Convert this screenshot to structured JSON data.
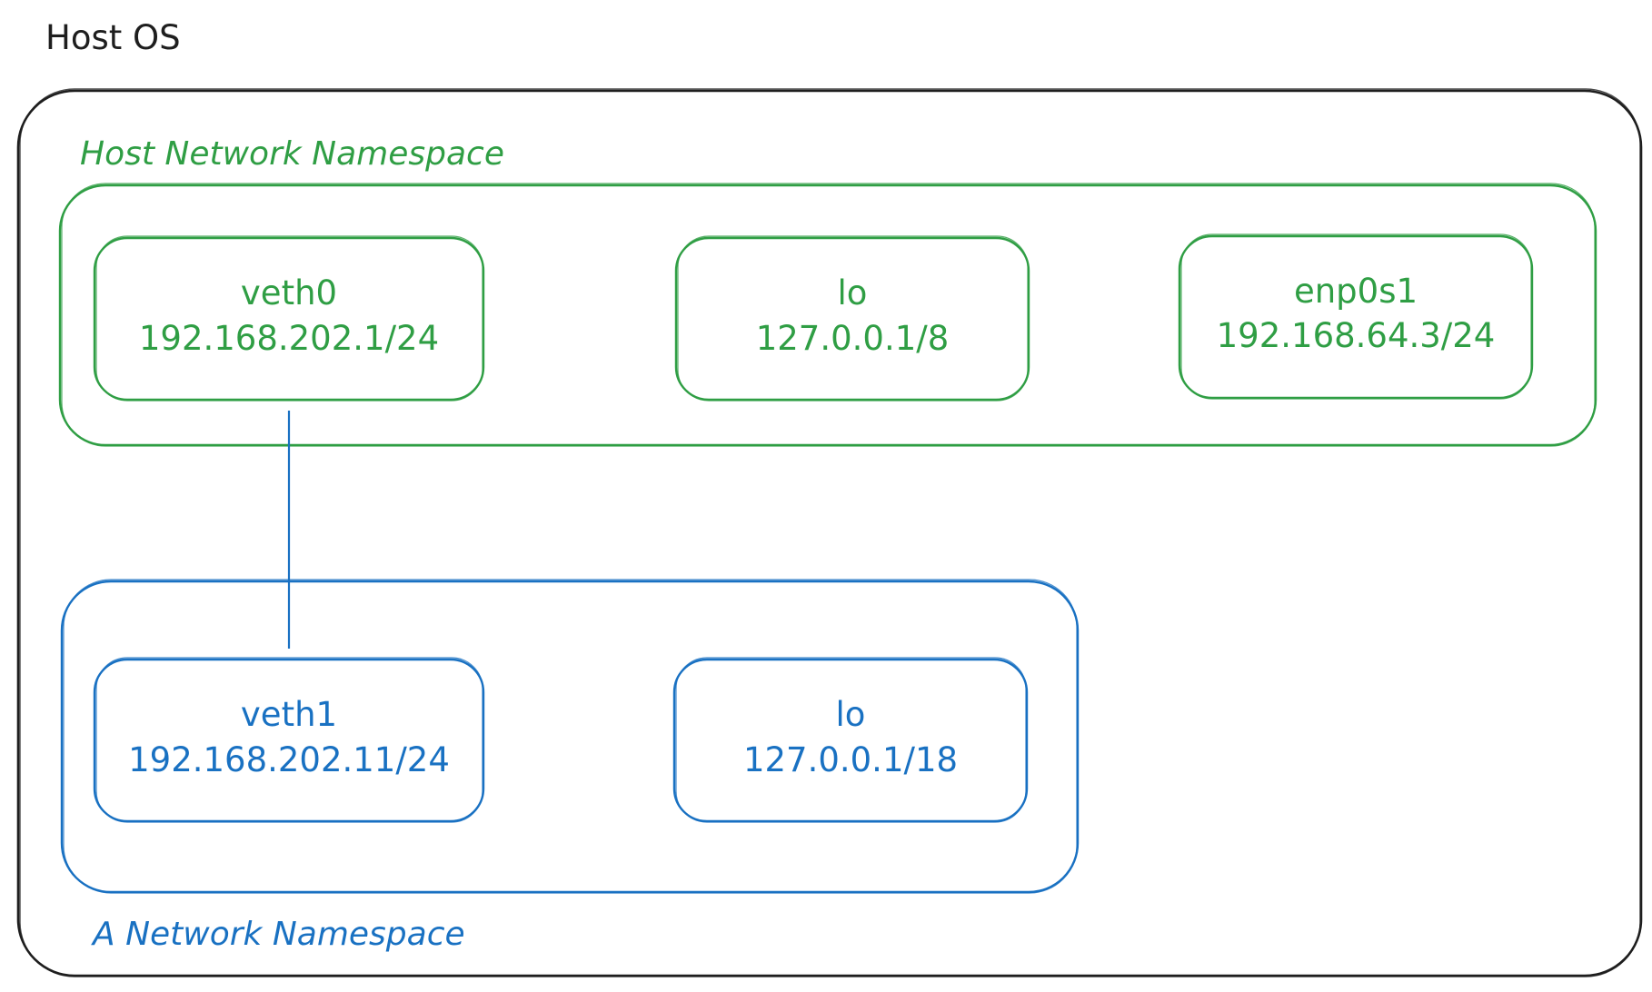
{
  "host_os": {
    "label": "Host OS"
  },
  "host_namespace": {
    "label": "Host Network Namespace",
    "color": "#2f9e44",
    "interfaces": [
      {
        "name": "veth0",
        "ip": "192.168.202.1/24"
      },
      {
        "name": "lo",
        "ip": "127.0.0.1/8"
      },
      {
        "name": "enp0s1",
        "ip": "192.168.64.3/24"
      }
    ]
  },
  "a_namespace": {
    "label": "A Network Namespace",
    "color": "#1971c2",
    "interfaces": [
      {
        "name": "veth1",
        "ip": "192.168.202.11/24"
      },
      {
        "name": "lo",
        "ip": "127.0.0.1/18"
      }
    ]
  },
  "links": [
    {
      "from": "veth0",
      "to": "veth1"
    }
  ]
}
